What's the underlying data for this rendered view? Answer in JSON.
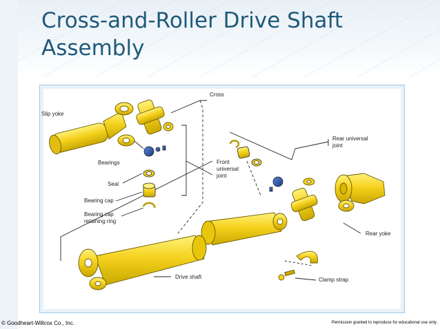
{
  "slide": {
    "title_line1": "Cross-and-Roller Drive Shaft",
    "title_line2": "Assembly"
  },
  "figure": {
    "labels": {
      "cross": "Cross",
      "slip_yoke": "Slip yoke",
      "rear_universal_joint_1": "Rear universal",
      "rear_universal_joint_2": "joint",
      "bearings": "Bearings",
      "seal": "Seal",
      "front_universal_joint_1": "Front",
      "front_universal_joint_2": "universal",
      "front_universal_joint_3": "joint",
      "bearing_cap": "Bearing cap",
      "bearing_cap_retaining_ring_1": "Bearing cap",
      "bearing_cap_retaining_ring_2": "retaining ring",
      "rear_yoke": "Rear yoke",
      "drive_shaft": "Drive shaft",
      "clamp_strap": "Clamp strap"
    },
    "colors": {
      "part_yellow": "#f5d21e",
      "part_outline": "#6b5a00",
      "bearing_blue": "#2a4fa8",
      "frame_border": "#9ec9e8"
    }
  },
  "footer": {
    "copyright": "© Goodheart-Willcox Co., Inc.",
    "permission": "Permission granted to reproduce for educational use only."
  }
}
